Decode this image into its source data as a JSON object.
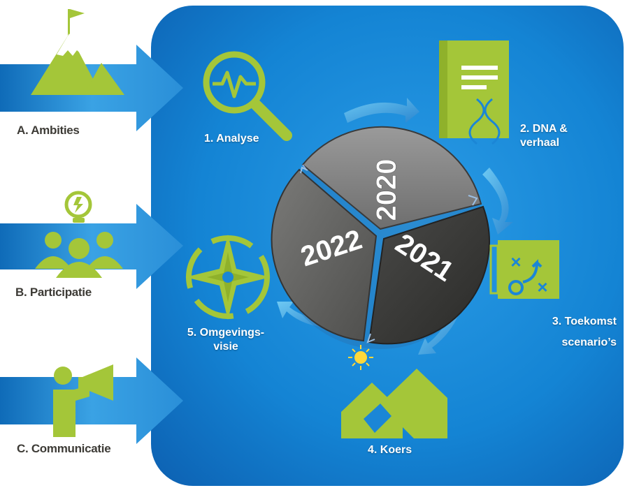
{
  "inputs": [
    {
      "label": "A. Ambities",
      "icon": "mountain-flag-icon"
    },
    {
      "label": "B. Participatie",
      "icon": "people-idea-icon"
    },
    {
      "label": "C. Communicatie",
      "icon": "megaphone-person-icon"
    }
  ],
  "steps": [
    {
      "label": "1. Analyse",
      "icon": "magnifier-pulse-icon"
    },
    {
      "label_line1": "2. DNA &",
      "label_line2": "verhaal",
      "icon": "book-dna-icon"
    },
    {
      "label_line1": "3. Toekomst",
      "label_line2": "scenario’s",
      "icon": "strategy-board-icon"
    },
    {
      "label": "4. Koers",
      "icon": "houses-icon"
    },
    {
      "label_line1": "5. Omgevings-",
      "label_line2": "visie",
      "icon": "compass-rose-icon"
    }
  ],
  "years": [
    "2020",
    "2021",
    "2022"
  ],
  "colors": {
    "accent": "#a4c639",
    "panel": "#1b86d6",
    "label_dark": "#3d3b36"
  }
}
